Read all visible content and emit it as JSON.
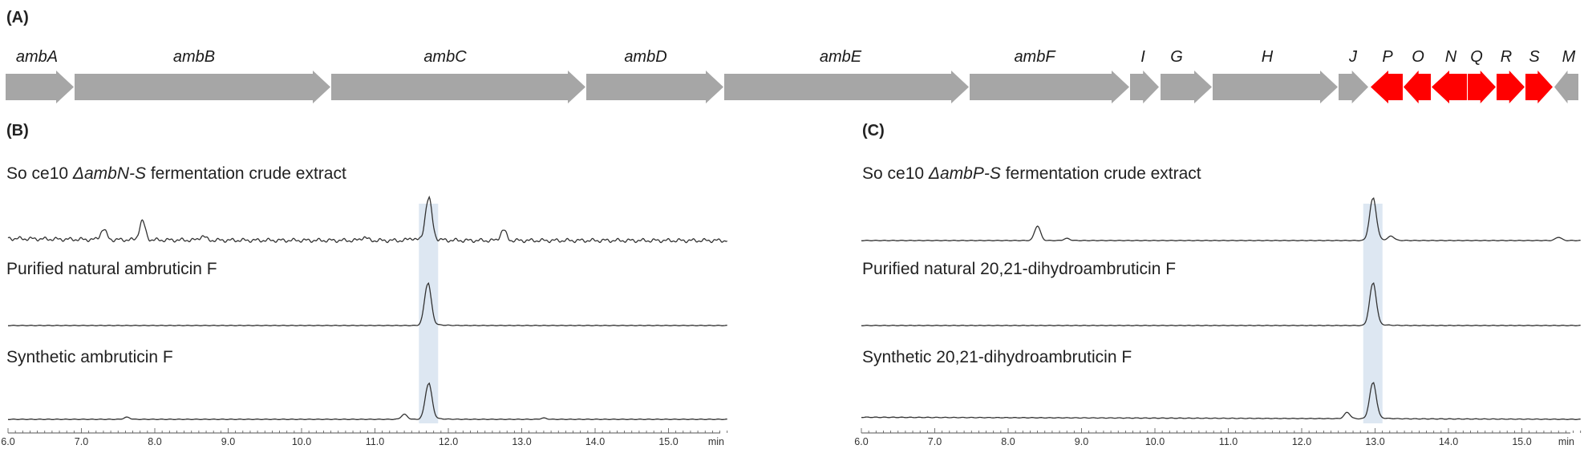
{
  "panels": {
    "a": "(A)",
    "b": "(B)",
    "c": "(C)"
  },
  "colors": {
    "gene_gray": "#a6a6a6",
    "gene_red": "#ff0000",
    "highlight": "#dde7f2",
    "trace": "#333333"
  },
  "genes": [
    {
      "id": "ambA",
      "label": "ambA",
      "dir": "forward",
      "color": "gray"
    },
    {
      "id": "ambB",
      "label": "ambB",
      "dir": "forward",
      "color": "gray"
    },
    {
      "id": "ambC",
      "label": "ambC",
      "dir": "forward",
      "color": "gray"
    },
    {
      "id": "ambD",
      "label": "ambD",
      "dir": "forward",
      "color": "gray"
    },
    {
      "id": "ambE",
      "label": "ambE",
      "dir": "forward",
      "color": "gray"
    },
    {
      "id": "ambF",
      "label": "ambF",
      "dir": "forward",
      "color": "gray"
    },
    {
      "id": "ambI",
      "label": "I",
      "dir": "forward",
      "color": "gray"
    },
    {
      "id": "ambG",
      "label": "G",
      "dir": "forward",
      "color": "gray"
    },
    {
      "id": "ambH",
      "label": "H",
      "dir": "forward",
      "color": "gray"
    },
    {
      "id": "ambJ",
      "label": "J",
      "dir": "forward",
      "color": "gray"
    },
    {
      "id": "ambP",
      "label": "P",
      "dir": "reverse",
      "color": "red"
    },
    {
      "id": "ambO",
      "label": "O",
      "dir": "reverse",
      "color": "red"
    },
    {
      "id": "ambN",
      "label": "N",
      "dir": "reverse",
      "color": "red"
    },
    {
      "id": "ambQ",
      "label": "Q",
      "dir": "forward",
      "color": "red"
    },
    {
      "id": "ambR",
      "label": "R",
      "dir": "forward",
      "color": "red"
    },
    {
      "id": "ambS",
      "label": "S",
      "dir": "forward",
      "color": "red"
    },
    {
      "id": "ambM",
      "label": "M",
      "dir": "reverse",
      "color": "gray"
    }
  ],
  "panel_b": {
    "traces": [
      {
        "label_pre": "So ce10 ",
        "label_it": "ΔambN-S",
        "label_post": " fermentation crude extract"
      },
      {
        "label_pre": "Purified natural ambruticin F",
        "label_it": "",
        "label_post": ""
      },
      {
        "label_pre": "Synthetic ambruticin F",
        "label_it": "",
        "label_post": ""
      }
    ],
    "highlight_min": 11.73
  },
  "panel_c": {
    "traces": [
      {
        "label_pre": "So ce10 ",
        "label_it": "ΔambP-S",
        "label_post": " fermentation crude extract"
      },
      {
        "label_pre": "Purified natural 20,21-dihydroambruticin F",
        "label_it": "",
        "label_post": ""
      },
      {
        "label_pre": "Synthetic 20,21-dihydroambruticin F",
        "label_it": "",
        "label_post": ""
      }
    ],
    "highlight_min": 12.97
  },
  "chart_data": [
    {
      "type": "line",
      "panel": "B",
      "x_unit": "min",
      "xlim": [
        6.0,
        15.8
      ],
      "ticks": [
        "6.0",
        "7.0",
        "8.0",
        "9.0",
        "10.0",
        "11.0",
        "12.0",
        "13.0",
        "14.0",
        "15.0"
      ],
      "series": [
        {
          "name": "So ce10 ΔambN-S fermentation crude extract",
          "peaks": [
            [
              7.3,
              0.25
            ],
            [
              7.83,
              0.45
            ],
            [
              8.65,
              0.1
            ],
            [
              10.85,
              0.08
            ],
            [
              11.5,
              0.06
            ],
            [
              11.73,
              1.0
            ],
            [
              12.75,
              0.25
            ]
          ]
        },
        {
          "name": "Purified natural ambruticin F",
          "peaks": [
            [
              11.72,
              1.0
            ]
          ]
        },
        {
          "name": "Synthetic ambruticin F",
          "peaks": [
            [
              7.62,
              0.05
            ],
            [
              11.4,
              0.12
            ],
            [
              11.73,
              0.85
            ],
            [
              13.3,
              0.03
            ]
          ]
        }
      ]
    },
    {
      "type": "line",
      "panel": "C",
      "x_unit": "min",
      "xlim": [
        6.0,
        15.8
      ],
      "ticks": [
        "6.0",
        "7.0",
        "8.0",
        "9.0",
        "10.0",
        "11.0",
        "12.0",
        "13.0",
        "14.0",
        "15.0"
      ],
      "series": [
        {
          "name": "So ce10 ΔambP-S fermentation crude extract",
          "peaks": [
            [
              8.4,
              0.35
            ],
            [
              8.8,
              0.05
            ],
            [
              12.97,
              1.0
            ],
            [
              13.22,
              0.1
            ],
            [
              15.5,
              0.08
            ]
          ]
        },
        {
          "name": "Purified natural 20,21-dihydroambruticin F",
          "peaks": [
            [
              12.97,
              1.0
            ]
          ]
        },
        {
          "name": "Synthetic 20,21-dihydroambruticin F",
          "peaks": [
            [
              12.62,
              0.15
            ],
            [
              12.97,
              0.85
            ]
          ]
        }
      ]
    }
  ]
}
